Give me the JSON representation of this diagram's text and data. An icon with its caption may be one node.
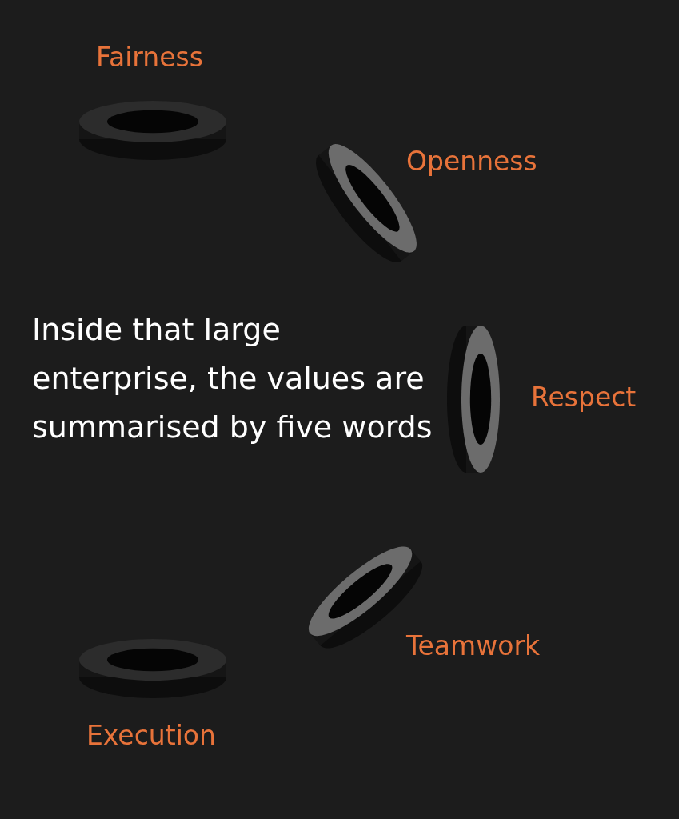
{
  "diagram": {
    "nodes": [
      {
        "text": [],
        "shape": "ring",
        "beside": [
          "Fairness"
        ]
      },
      {
        "text": [],
        "shape": "ring",
        "beside": [
          "Openness"
        ]
      },
      {
        "text": [],
        "shape": "ring",
        "beside": [
          "Respect"
        ]
      },
      {
        "text": [],
        "shape": "ring",
        "beside": [
          "Teamwork"
        ]
      },
      {
        "text": [],
        "shape": "ring",
        "beside": [
          "Execution"
        ]
      }
    ],
    "labels": [
      "Inside that large enterprise, the values are summarised by five words"
    ]
  }
}
